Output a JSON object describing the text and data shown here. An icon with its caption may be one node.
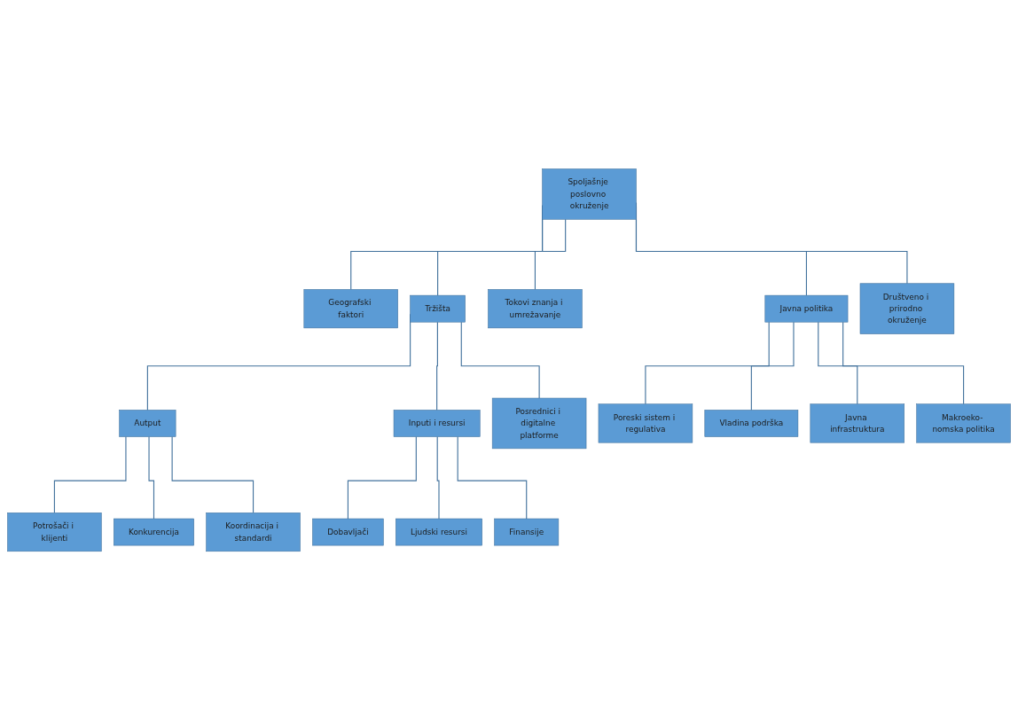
{
  "diagram": {
    "nodes": [
      {
        "text": [
          "Spoljašnje poslovno okruženje"
        ]
      },
      {
        "text": [
          "Geografski faktori"
        ]
      },
      {
        "text": [
          "Tržišta"
        ]
      },
      {
        "text": [
          "Tokovi znanja i umrežavanje"
        ]
      },
      {
        "text": [
          "Javna politika"
        ]
      },
      {
        "text": [
          "Društveno i prirodno okruženje"
        ]
      },
      {
        "text": [
          "Autput"
        ]
      },
      {
        "text": [
          "Inputi i resursi"
        ]
      },
      {
        "text": [
          "Posrednici i digitalne platforme"
        ]
      },
      {
        "text": [
          "Potrošači i klijenti"
        ]
      },
      {
        "text": [
          "Konkurencija"
        ]
      },
      {
        "text": [
          "Koordinacija i standardi"
        ]
      },
      {
        "text": [
          "Dobavljači"
        ]
      },
      {
        "text": [
          "Ljudski resursi"
        ]
      },
      {
        "text": [
          "Finansije"
        ]
      },
      {
        "text": [
          "Poreski sistem i regulativa"
        ]
      },
      {
        "text": [
          "Vladina podrška"
        ]
      },
      {
        "text": [
          "Javna infrastruktura"
        ]
      },
      {
        "text": [
          "Makroeko- nomska politika"
        ]
      }
    ],
    "edges": [
      {
        "from": 0,
        "to": 1,
        "arrow": "none"
      },
      {
        "from": 0,
        "to": 2,
        "arrow": "none"
      },
      {
        "from": 0,
        "to": 3,
        "arrow": "none"
      },
      {
        "from": 0,
        "to": 4,
        "arrow": "none"
      },
      {
        "from": 0,
        "to": 5,
        "arrow": "none"
      },
      {
        "from": 2,
        "to": 6,
        "arrow": "none"
      },
      {
        "from": 2,
        "to": 7,
        "arrow": "none"
      },
      {
        "from": 2,
        "to": 8,
        "arrow": "none"
      },
      {
        "from": 6,
        "to": 9,
        "arrow": "none"
      },
      {
        "from": 6,
        "to": 10,
        "arrow": "none"
      },
      {
        "from": 6,
        "to": 11,
        "arrow": "none"
      },
      {
        "from": 7,
        "to": 12,
        "arrow": "none"
      },
      {
        "from": 7,
        "to": 13,
        "arrow": "none"
      },
      {
        "from": 7,
        "to": 14,
        "arrow": "none"
      },
      {
        "from": 4,
        "to": 15,
        "arrow": "none"
      },
      {
        "from": 4,
        "to": 16,
        "arrow": "none"
      },
      {
        "from": 4,
        "to": 17,
        "arrow": "none"
      },
      {
        "from": 4,
        "to": 18,
        "arrow": "none"
      }
    ]
  }
}
